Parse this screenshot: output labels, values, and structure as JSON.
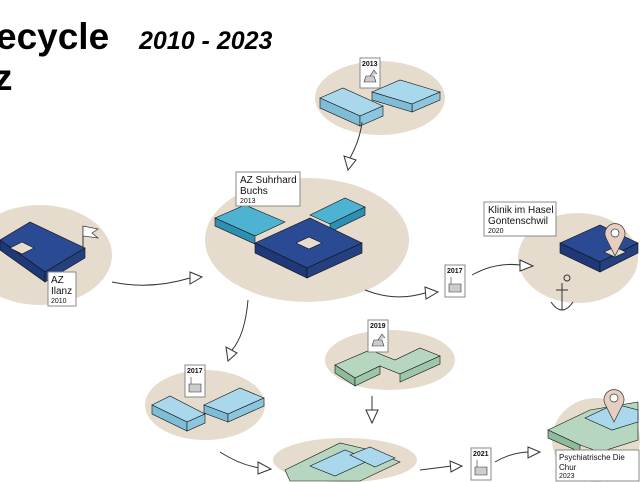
{
  "header": {
    "title": "ecycle",
    "years": "2010 - 2023",
    "subtitle": "z"
  },
  "sites": [
    {
      "name_line1": "AZ",
      "name_line2": "Ilanz",
      "year": "2010"
    },
    {
      "name_line1": "AZ Suhrhard",
      "name_line2": "Buchs",
      "year": "2013"
    },
    {
      "name_line1": "Klinik im Hasel",
      "name_line2": "Gontenschwil",
      "year": "2020"
    },
    {
      "name_line1": "Psychiatrische Die",
      "name_line2": "Chur",
      "year": "2023"
    }
  ],
  "stages": [
    {
      "year": "2013"
    },
    {
      "year": "2017"
    },
    {
      "year": "2019"
    },
    {
      "year": "2017"
    },
    {
      "year": "2021"
    }
  ],
  "colors": {
    "dark_blue": "#2b4a94",
    "light_blue": "#a9d8ec",
    "mid_blue": "#4eb3d3",
    "green": "#b7d6bf",
    "beige": "#e6dccd"
  }
}
